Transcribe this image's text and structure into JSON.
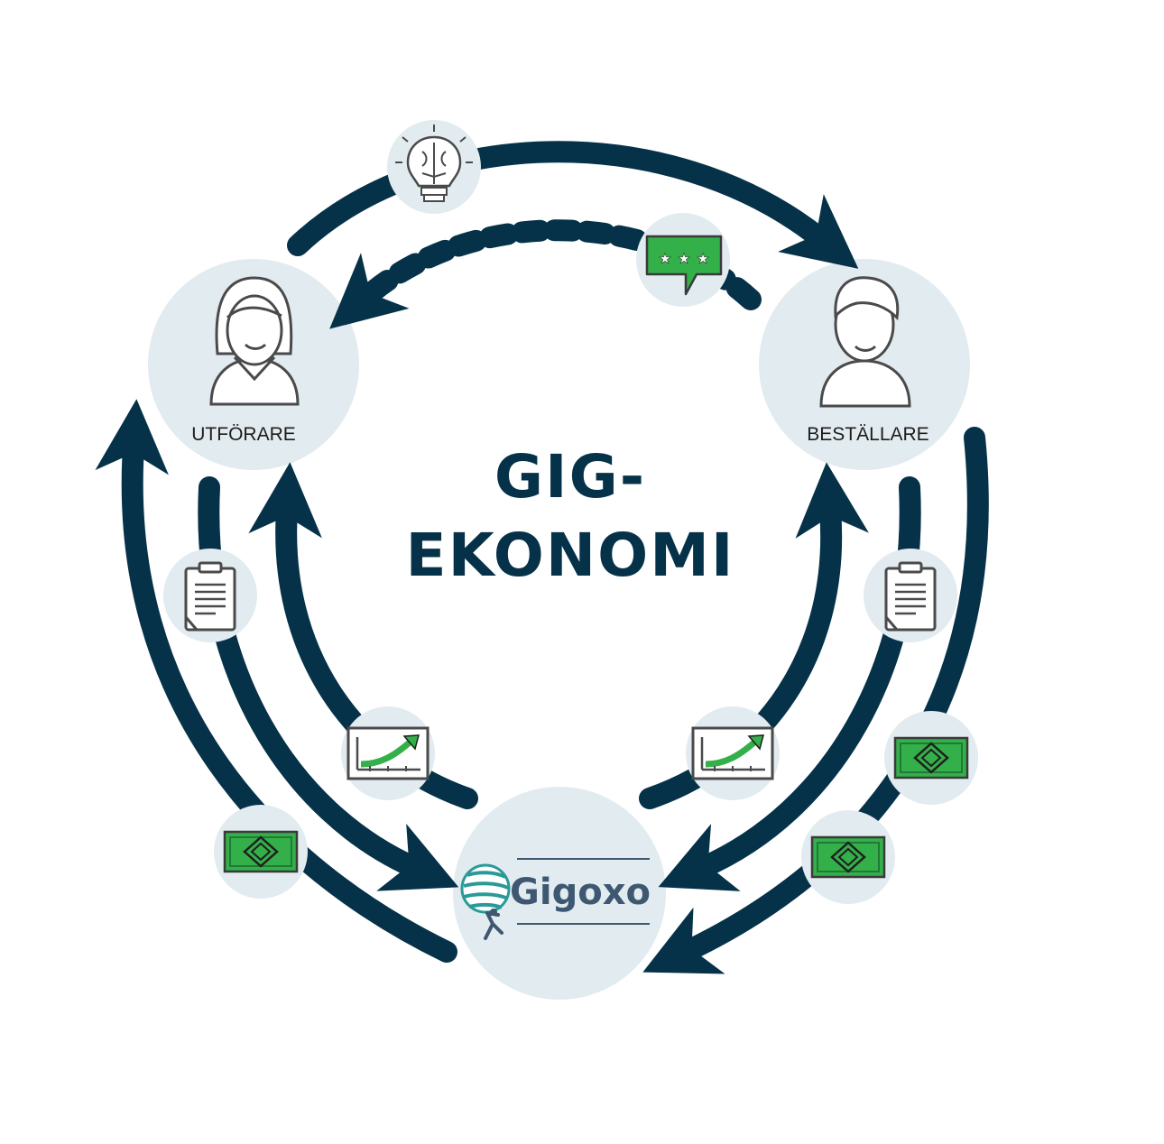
{
  "diagram": {
    "title_line1": "GIG-",
    "title_line2": "EKONOMI",
    "nodes": {
      "performer": {
        "label": "UTFÖRARE",
        "icon": "woman-avatar-icon"
      },
      "client": {
        "label": "BESTÄLLARE",
        "icon": "man-avatar-icon"
      },
      "platform": {
        "label": "Gigoxo",
        "icon": "gigoxo-globe-logo"
      }
    },
    "flow_icons": [
      "lightbulb-brain-icon",
      "rating-stars-bubble-icon",
      "clipboard-icon",
      "growth-chart-icon",
      "money-bill-icon"
    ]
  },
  "colors": {
    "arrow": "#053249",
    "node_bg": "#e2ebf0",
    "accent_green": "#2ca24a",
    "icon_stroke": "#4a4a4a",
    "globe_teal": "#2a9a98"
  }
}
